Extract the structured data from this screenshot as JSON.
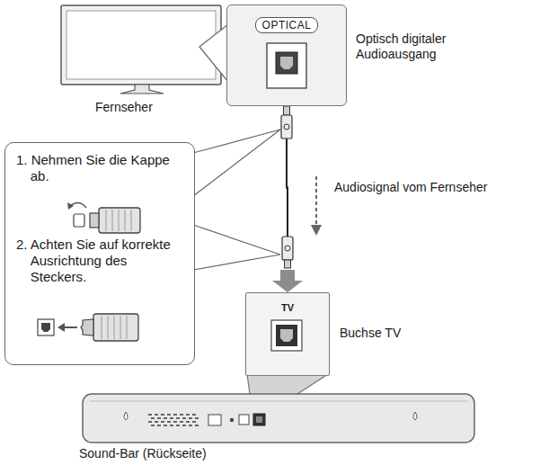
{
  "diagram": {
    "nodes": [
      {
        "text": [
          "OPTICAL"
        ]
      },
      {
        "text": [
          "1. Nehmen Sie die Kappe ab.",
          "2. Achten Sie auf korrekte Ausrichtung des Steckers."
        ]
      },
      {
        "text": [
          "TV"
        ]
      }
    ],
    "edges": [
      {
        "from": 0,
        "to": 2,
        "arrow": "to"
      }
    ],
    "labels": [
      "Fernseher",
      "Optisch digitaler Audioausgang",
      "Audiosignal vom Fernseher",
      "Buchse TV",
      "Sound-Bar (Rückseite)"
    ]
  }
}
